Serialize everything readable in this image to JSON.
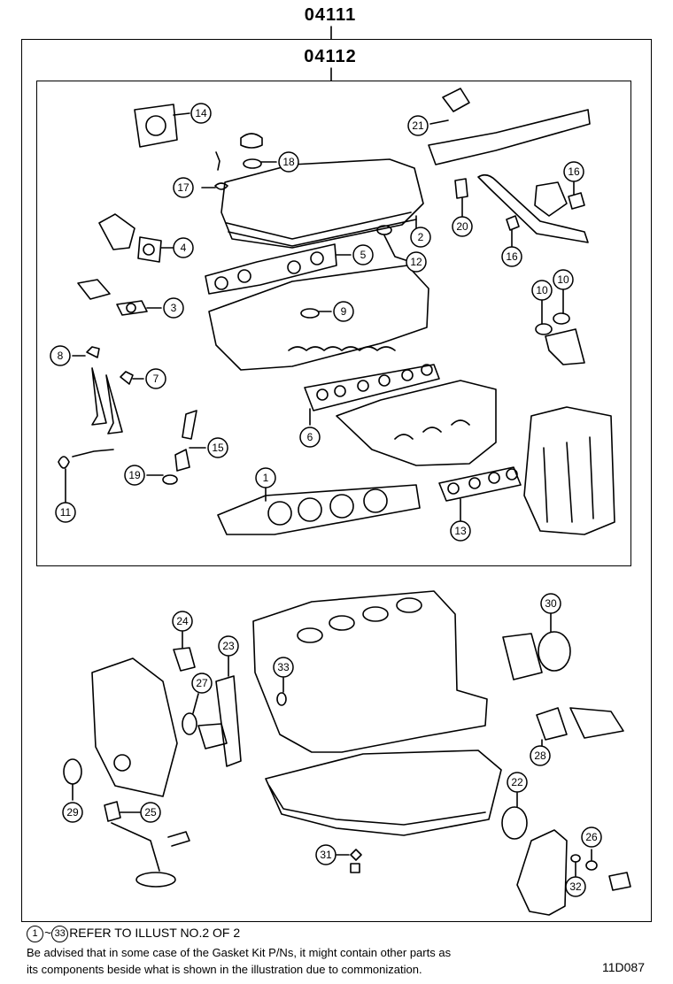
{
  "header": {
    "kit_outer": "04111",
    "kit_inner": "04112"
  },
  "callouts": {
    "c1": "1",
    "c2": "2",
    "c3": "3",
    "c4": "4",
    "c5": "5",
    "c6": "6",
    "c7": "7",
    "c8": "8",
    "c9": "9",
    "c10a": "10",
    "c10b": "10",
    "c11": "11",
    "c12": "12",
    "c13": "13",
    "c14": "14",
    "c15": "15",
    "c16a": "16",
    "c16b": "16",
    "c17": "17",
    "c18": "18",
    "c19": "19",
    "c20": "20",
    "c21": "21",
    "c22": "22",
    "c23": "23",
    "c24": "24",
    "c25": "25",
    "c26": "26",
    "c27": "27",
    "c28": "28",
    "c29": "29",
    "c30": "30",
    "c31": "31",
    "c32": "32",
    "c33": "33"
  },
  "footer": {
    "range_start": "1",
    "range_sep": "~",
    "range_end": "33",
    "ref_text": "REFER TO ILLUST NO.2 OF 2",
    "note_line1": "Be advised that in some case of the Gasket Kit P/Ns,  it might contain other parts as",
    "note_line2": "its components beside what is shown in the illustration due to commonization.",
    "illust_code": "11D087"
  }
}
